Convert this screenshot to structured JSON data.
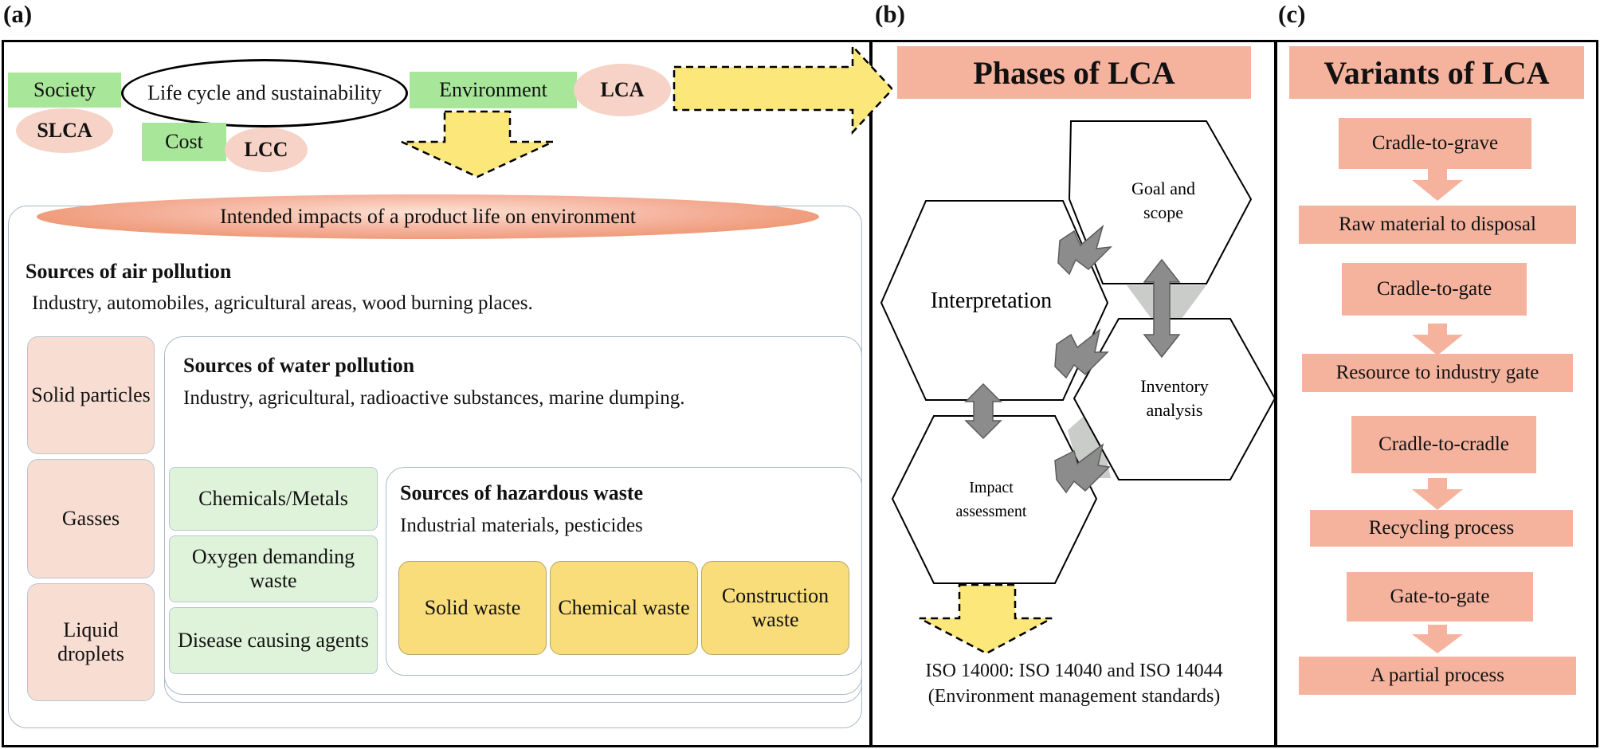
{
  "panel_labels": {
    "a": "(a)",
    "b": "(b)",
    "c": "(c)"
  },
  "panel_a": {
    "society": "Society",
    "slca": "SLCA",
    "life_cycle": "Life cycle and sustainability",
    "cost": "Cost",
    "lcc": "LCC",
    "environment": "Environment",
    "lca": "LCA",
    "intended_impacts": "Intended impacts of a product life on environment",
    "air_title": "Sources of air pollution",
    "air_text": "Industry, automobiles, agricultural areas, wood burning places.",
    "air_items": [
      "Solid particles",
      "Gasses",
      "Liquid droplets"
    ],
    "water_title": "Sources of water pollution",
    "water_text": "Industry, agricultural, radioactive substances, marine dumping.",
    "water_items": [
      "Chemicals/Metals",
      "Oxygen demanding waste",
      "Disease causing agents"
    ],
    "hazard_title": "Sources of hazardous waste",
    "hazard_text": "Industrial materials, pesticides",
    "hazard_items": [
      "Solid waste",
      "Chemical waste",
      "Construction waste"
    ]
  },
  "panel_b": {
    "title": "Phases of LCA",
    "goal_scope": [
      "Goal and",
      "scope"
    ],
    "interpretation": "Interpretation",
    "inventory": [
      "Inventory",
      "analysis"
    ],
    "impact": [
      "Impact",
      "assessment"
    ],
    "iso_line1": "ISO 14000: ISO 14040 and ISO 14044",
    "iso_line2": "(Environment management standards)"
  },
  "panel_c": {
    "title": "Variants of LCA",
    "items": [
      "Cradle-to-grave",
      "Raw material to disposal",
      "Cradle-to-gate",
      "Resource to industry gate",
      "Cradle-to-cradle",
      "Recycling process",
      "Gate-to-gate",
      "A partial process"
    ]
  },
  "colors": {
    "green": "#a8e69a",
    "pink": "#f6d3c6",
    "salmon": "#f5b39e",
    "yellow": "#f9dd7b",
    "arrow_yellow": "#fbe77a",
    "hex_arrow_gray": "#8c8c8c"
  }
}
